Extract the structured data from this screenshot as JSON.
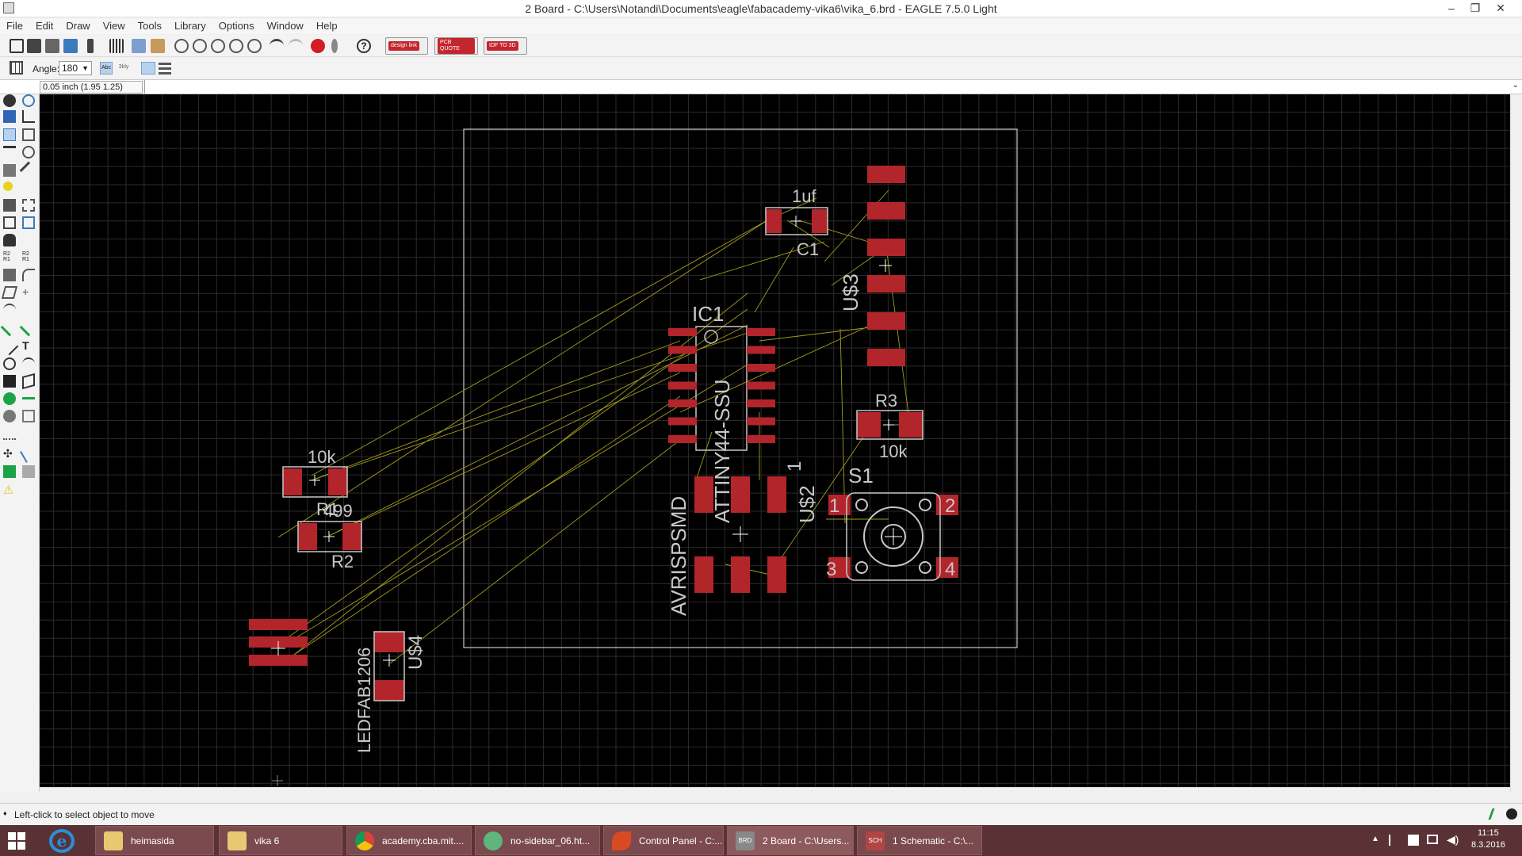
{
  "window": {
    "title": "2 Board - C:\\Users\\Notandi\\Documents\\eagle\\fabacademy-vika6\\vika_6.brd - EAGLE 7.5.0 Light"
  },
  "menu": [
    "File",
    "Edit",
    "Draw",
    "View",
    "Tools",
    "Library",
    "Options",
    "Window",
    "Help"
  ],
  "toolbar": {
    "badges": [
      "design link",
      "PCB QUOTE",
      "IDF TO 3D"
    ]
  },
  "toolbar2": {
    "angle_label": "Angle:",
    "angle_value": "180"
  },
  "command_line": {
    "coordinate": "0.05 inch (1.95 1.25)"
  },
  "board": {
    "labels": {
      "c1_value": "1uf",
      "c1_name": "C1",
      "u3_name": "U$3",
      "ic1_name": "IC1",
      "ic1_value": "ATTINY44-SSU",
      "pin1_marker": "1",
      "u2_name": "U$2",
      "avr_value": "AVRISPSMD",
      "r3_name": "R3",
      "r3_value": "10k",
      "s1_name": "S1",
      "s1_p1": "1",
      "s1_p2": "2",
      "s1_p3": "3",
      "s1_p4": "4",
      "r1_value": "10k",
      "r1_name": "R1",
      "r2_value": "499",
      "r2_name": "R2",
      "led_value": "LEDFAB1206",
      "u4_name": "U$4"
    },
    "colors": {
      "background": "#000000",
      "pad": "#b2252b",
      "airwire": "#a39b1e",
      "silk": "#c8c8c8",
      "outline": "#c8c8c8"
    }
  },
  "status": {
    "hint": "Left-click to select object to move"
  },
  "taskbar": {
    "items": [
      {
        "label": "heimasida",
        "icon": "folder-icon"
      },
      {
        "label": "vika 6",
        "icon": "folder-icon"
      },
      {
        "label": "academy.cba.mit....",
        "icon": "chrome-icon"
      },
      {
        "label": "no-sidebar_06.ht...",
        "icon": "atom-icon"
      },
      {
        "label": "Control Panel - C:...",
        "icon": "eagle-icon"
      },
      {
        "label": "2 Board - C:\\Users...",
        "icon": "brd-icon"
      },
      {
        "label": "1 Schematic - C:\\...",
        "icon": "sch-icon"
      }
    ],
    "time": "11:15",
    "date": "8.3.2016"
  }
}
